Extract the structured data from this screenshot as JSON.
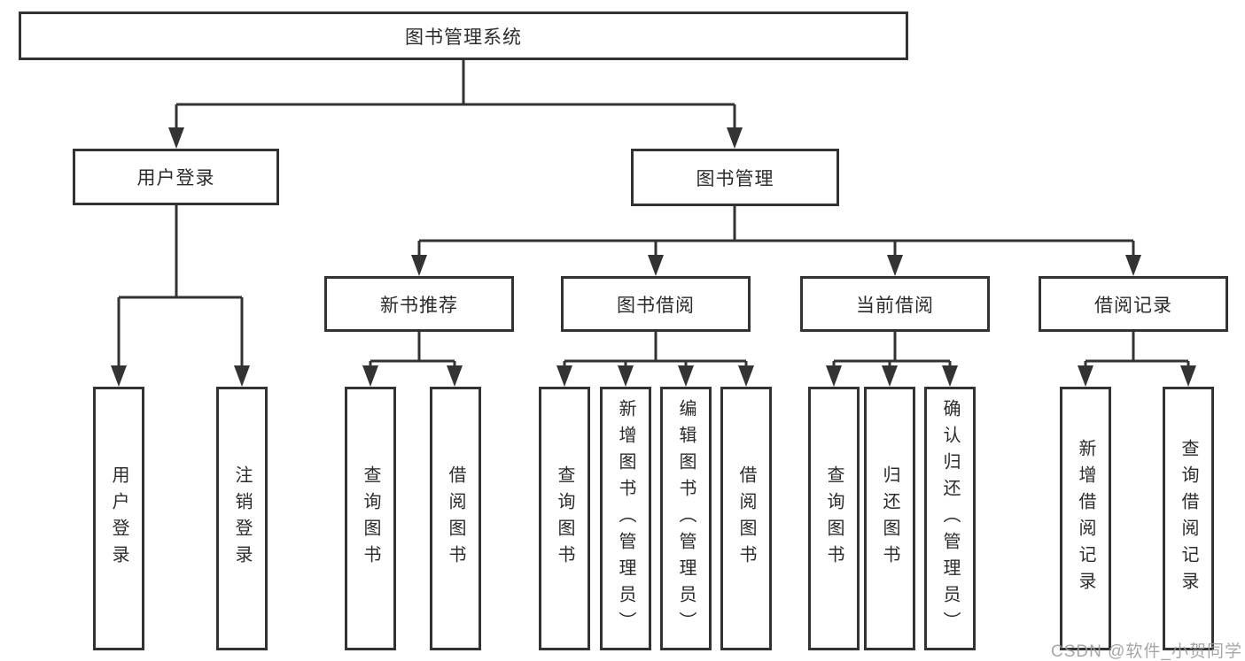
{
  "diagram": {
    "type": "hierarchy-tree",
    "title": "图书管理系统"
  },
  "colors": {
    "line": "#333333",
    "box_border": "#333333",
    "box_fill": "#ffffff",
    "text": "#2b2b2b",
    "watermark": "#9d9d9d",
    "background": "#ffffff"
  },
  "nodes": {
    "root": {
      "label": "图书管理系统"
    },
    "user_login": {
      "label": "用户登录"
    },
    "book_mgmt": {
      "label": "图书管理"
    },
    "new_book_rec": {
      "label": "新书推荐"
    },
    "book_borrow": {
      "label": "图书借阅"
    },
    "current_borrow": {
      "label": "当前借阅"
    },
    "borrow_record": {
      "label": "借阅记录"
    },
    "leaf_user_login": {
      "label": "用户登录"
    },
    "leaf_logout": {
      "label": "注销登录"
    },
    "leaf_nb_query": {
      "label": "查询图书"
    },
    "leaf_nb_borrow": {
      "label": "借阅图书"
    },
    "leaf_bb_query": {
      "label": "查询图书"
    },
    "leaf_bb_add": {
      "label": "新增图书（管理员）"
    },
    "leaf_bb_edit": {
      "label": "编辑图书（管理员）"
    },
    "leaf_bb_borrow": {
      "label": "借阅图书"
    },
    "leaf_cb_query": {
      "label": "查询图书"
    },
    "leaf_cb_return": {
      "label": "归还图书"
    },
    "leaf_cb_confirm": {
      "label": "确认归还（管理员）"
    },
    "leaf_br_add": {
      "label": "新增借阅记录"
    },
    "leaf_br_query": {
      "label": "查询借阅记录"
    }
  },
  "hierarchy": [
    {
      "parent": "图书管理系统",
      "children": [
        "用户登录",
        "图书管理"
      ]
    },
    {
      "parent": "用户登录",
      "children": [
        "用户登录",
        "注销登录"
      ]
    },
    {
      "parent": "图书管理",
      "children": [
        "新书推荐",
        "图书借阅",
        "当前借阅",
        "借阅记录"
      ]
    },
    {
      "parent": "新书推荐",
      "children": [
        "查询图书",
        "借阅图书"
      ]
    },
    {
      "parent": "图书借阅",
      "children": [
        "查询图书",
        "新增图书（管理员）",
        "编辑图书（管理员）",
        "借阅图书"
      ]
    },
    {
      "parent": "当前借阅",
      "children": [
        "查询图书",
        "归还图书",
        "确认归还（管理员）"
      ]
    },
    {
      "parent": "借阅记录",
      "children": [
        "新增借阅记录",
        "查询借阅记录"
      ]
    }
  ],
  "watermark": {
    "text": "CSDN @软件_小贺同学"
  }
}
